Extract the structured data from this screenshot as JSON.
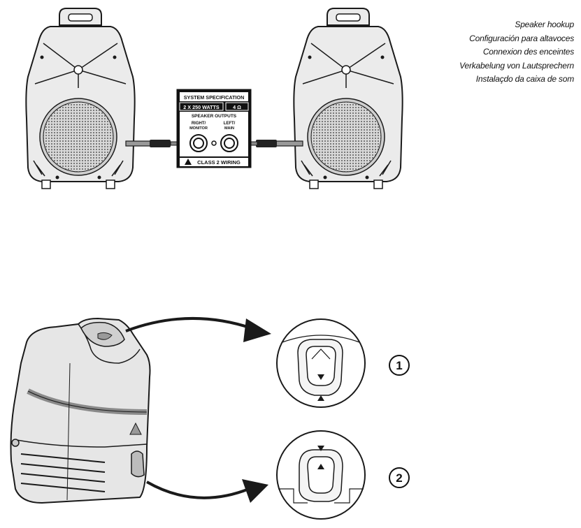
{
  "captions": {
    "en": "Speaker hookup",
    "es": "Configuración para altavoces",
    "fr": "Connexion des enceintes",
    "de": "Verkabelung von Lautsprechern",
    "pt": "Instalaçdo da caixa de som"
  },
  "panel": {
    "title": "SYSTEM SPECIFICATION",
    "watts": "2 X 250 WATTS",
    "ohms": "4 Ω",
    "outputs": "SPEAKER OUTPUTS",
    "right_line1": "RIGHT/",
    "right_line2": "MONITOR",
    "left_line1": "LEFT/",
    "left_line2": "MAIN",
    "warning": "CLASS 2 WIRING"
  },
  "steps": {
    "one": "1",
    "two": "2"
  },
  "icons": [
    "warning-triangle-icon",
    "arrow-up-icon",
    "arrow-down-icon"
  ]
}
